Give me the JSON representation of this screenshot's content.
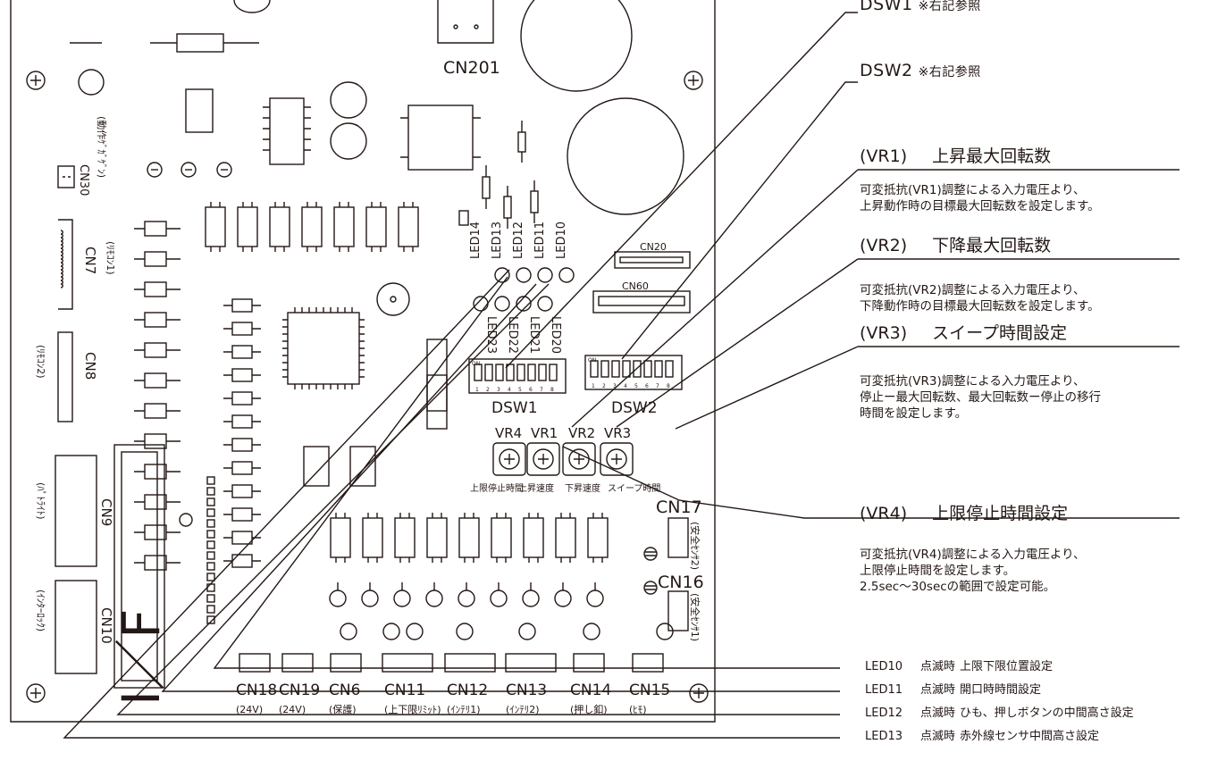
{
  "board": {
    "connectors": {
      "cn201": "CN201",
      "cn30": "CN30",
      "cn30_sub": "(動作ｹﾞｶﾞｹﾞﾝ)",
      "cn7": "CN7",
      "cn7_sub": "(ﾘﾓｺﾝ1)",
      "cn8": "CN8",
      "cn8_sub": "(ﾘﾓｺﾝ2)",
      "cn9": "CN9",
      "cn9_sub": "(ﾊﾟﾄﾗｲﾄ)",
      "cn10": "CN10",
      "cn10_sub": "(ｲﾝﾀｰﾛｯｸ)",
      "cn20": "CN20",
      "cn60": "CN60",
      "cn17": "CN17",
      "cn17_sub": "(安全ｾﾝｻ2)",
      "cn16": "CN16",
      "cn16_sub": "(安全ｾﾝｻ1)"
    },
    "bottom_connectors": [
      {
        "name": "CN18",
        "sub": "(24V)"
      },
      {
        "name": "CN19",
        "sub": "(24V)"
      },
      {
        "name": "CN6",
        "sub": "(保護)"
      },
      {
        "name": "CN11",
        "sub": "(上下限ﾘﾐｯﾄ)"
      },
      {
        "name": "CN12",
        "sub": "(ｲﾝﾃﾘ1)"
      },
      {
        "name": "CN13",
        "sub": "(ｲﾝﾃﾘ2)"
      },
      {
        "name": "CN14",
        "sub": "(押し釦)"
      },
      {
        "name": "CN15",
        "sub": "(ﾋﾓ)"
      }
    ],
    "leds_top": [
      "LED14",
      "LED13",
      "LED12",
      "LED11",
      "LED10"
    ],
    "leds_mid": [
      "LED23",
      "LED22",
      "LED21",
      "LED20"
    ],
    "dsw1": "DSW1",
    "dsw2": "DSW2",
    "dsw_on": "ON",
    "dsw_numbers": [
      "1",
      "2",
      "3",
      "4",
      "5",
      "6",
      "7",
      "8"
    ],
    "vr_labels": [
      "VR4",
      "VR1",
      "VR2",
      "VR3"
    ],
    "vr_captions": [
      "上限停止時間",
      "上昇速度",
      "下昇速度",
      "スイープ時間"
    ],
    "if_label": "I／F"
  },
  "callouts": {
    "dsw1": {
      "name": "DSW1",
      "note": "※右記参照"
    },
    "dsw2": {
      "name": "DSW2",
      "note": "※右記参照"
    },
    "vr": [
      {
        "tag": "(VR1)",
        "title": "上昇最大回転数",
        "desc": "可変抵抗(VR1)調整による入力電圧より、\n上昇動作時の目標最大回転数を設定します。"
      },
      {
        "tag": "(VR2)",
        "title": "下降最大回転数",
        "desc": "可変抵抗(VR2)調整による入力電圧より、\n下降動作時の目標最大回転数を設定します。"
      },
      {
        "tag": "(VR3)",
        "title": "スイープ時間設定",
        "desc": "可変抵抗(VR3)調整による入力電圧より、\n停止ー最大回転数、最大回転数ー停止の移行\n時間を設定します。"
      },
      {
        "tag": "(VR4)",
        "title": "上限停止時間設定",
        "desc": "可変抵抗(VR4)調整による入力電圧より、\n上限停止時間を設定します。\n2.5sec～30secの範囲で設定可能。"
      }
    ],
    "leds": [
      {
        "led": "LED10",
        "state": "点滅時",
        "text": "上限下限位置設定"
      },
      {
        "led": "LED11",
        "state": "点滅時",
        "text": "開口時時間設定"
      },
      {
        "led": "LED12",
        "state": "点滅時",
        "text": "ひも、押しボタンの中間高さ設定"
      },
      {
        "led": "LED13",
        "state": "点滅時",
        "text": "赤外線センサ中間高さ設定"
      }
    ]
  }
}
